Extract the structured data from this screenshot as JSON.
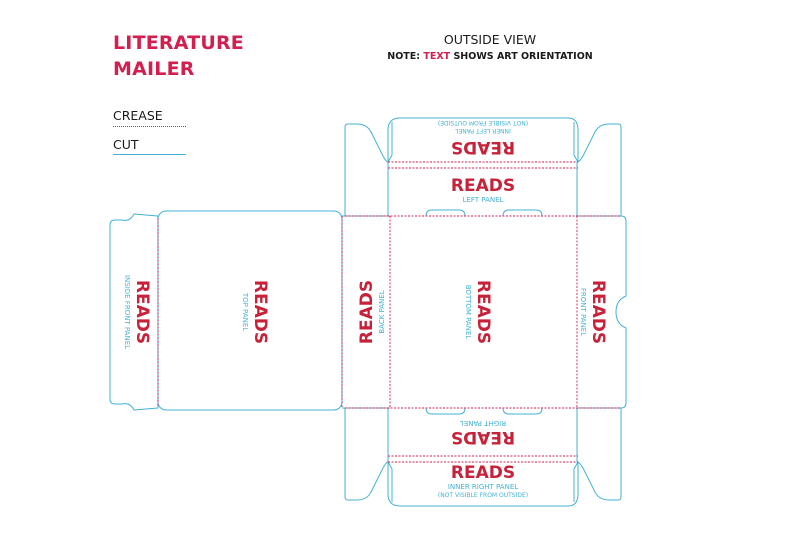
{
  "title": {
    "line1": "LITERATURE",
    "line2": "MAILER"
  },
  "header": {
    "main": "OUTSIDE VIEW",
    "note_prefix": "NOTE:",
    "note_emph": "TEXT",
    "note_suffix": "SHOWS ART ORIENTATION"
  },
  "legend": {
    "crease": "CREASE",
    "cut": "CUT"
  },
  "colors": {
    "accent_red": "#d31f4f",
    "reads_red": "#c62239",
    "cut_blue": "#43b1d6"
  },
  "panels": {
    "inner_left": {
      "reads": "READS",
      "label": "INNER LEFT PANEL",
      "sublabel": "(NOT VISIBLE FROM OUTSIDE)"
    },
    "left": {
      "reads": "READS",
      "label": "LEFT PANEL"
    },
    "inside_front": {
      "reads": "READS",
      "label": "INSIDE FRONT PANEL"
    },
    "top": {
      "reads": "READS",
      "label": "TOP PANEL"
    },
    "back": {
      "reads": "READS",
      "label": "BACK PANEL"
    },
    "bottom": {
      "reads": "READS",
      "label": "BOTTOM PANEL"
    },
    "front": {
      "reads": "READS",
      "label": "FRONT PANEL"
    },
    "right": {
      "reads": "READS",
      "label": "RIGHT PANEL"
    },
    "inner_right": {
      "reads": "READS",
      "label": "INNER RIGHT PANEL",
      "sublabel": "(NOT VISIBLE FROM OUTSIDE)"
    }
  }
}
